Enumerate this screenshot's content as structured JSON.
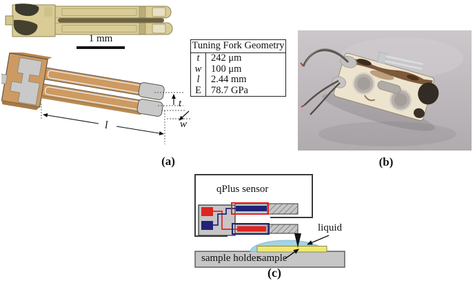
{
  "figure": {
    "panel_a": {
      "label": "(a)",
      "scale_bar_label": "1 mm",
      "dimension_labels": {
        "t": "t",
        "w": "w",
        "l": "l"
      },
      "table": {
        "title": "Tuning Fork Geometry",
        "rows": [
          {
            "symbol": "t",
            "value": "242 μm"
          },
          {
            "symbol": "w",
            "value": "100 μm"
          },
          {
            "symbol": "l",
            "value": "2.44 mm"
          },
          {
            "symbol": "E",
            "value": "78.7 GPa"
          }
        ]
      }
    },
    "panel_b": {
      "label": "(b)"
    },
    "panel_c": {
      "label": "(c)",
      "sensor_label": "qPlus sensor",
      "liquid_label": "liquid",
      "sample_label": "sample",
      "sample_holder_label": "sample holder"
    },
    "colors": {
      "fork_gold": "#d9cc96",
      "electrode_copper": "#cd9a62",
      "schematic_gray": "#c9c9c9",
      "electrode_red": "#dd2522",
      "electrode_blue": "#232377",
      "liquid_blue": "#a5d2e4",
      "sample_yellow": "#efe96d",
      "holder_gray": "#c6c6c6"
    }
  }
}
